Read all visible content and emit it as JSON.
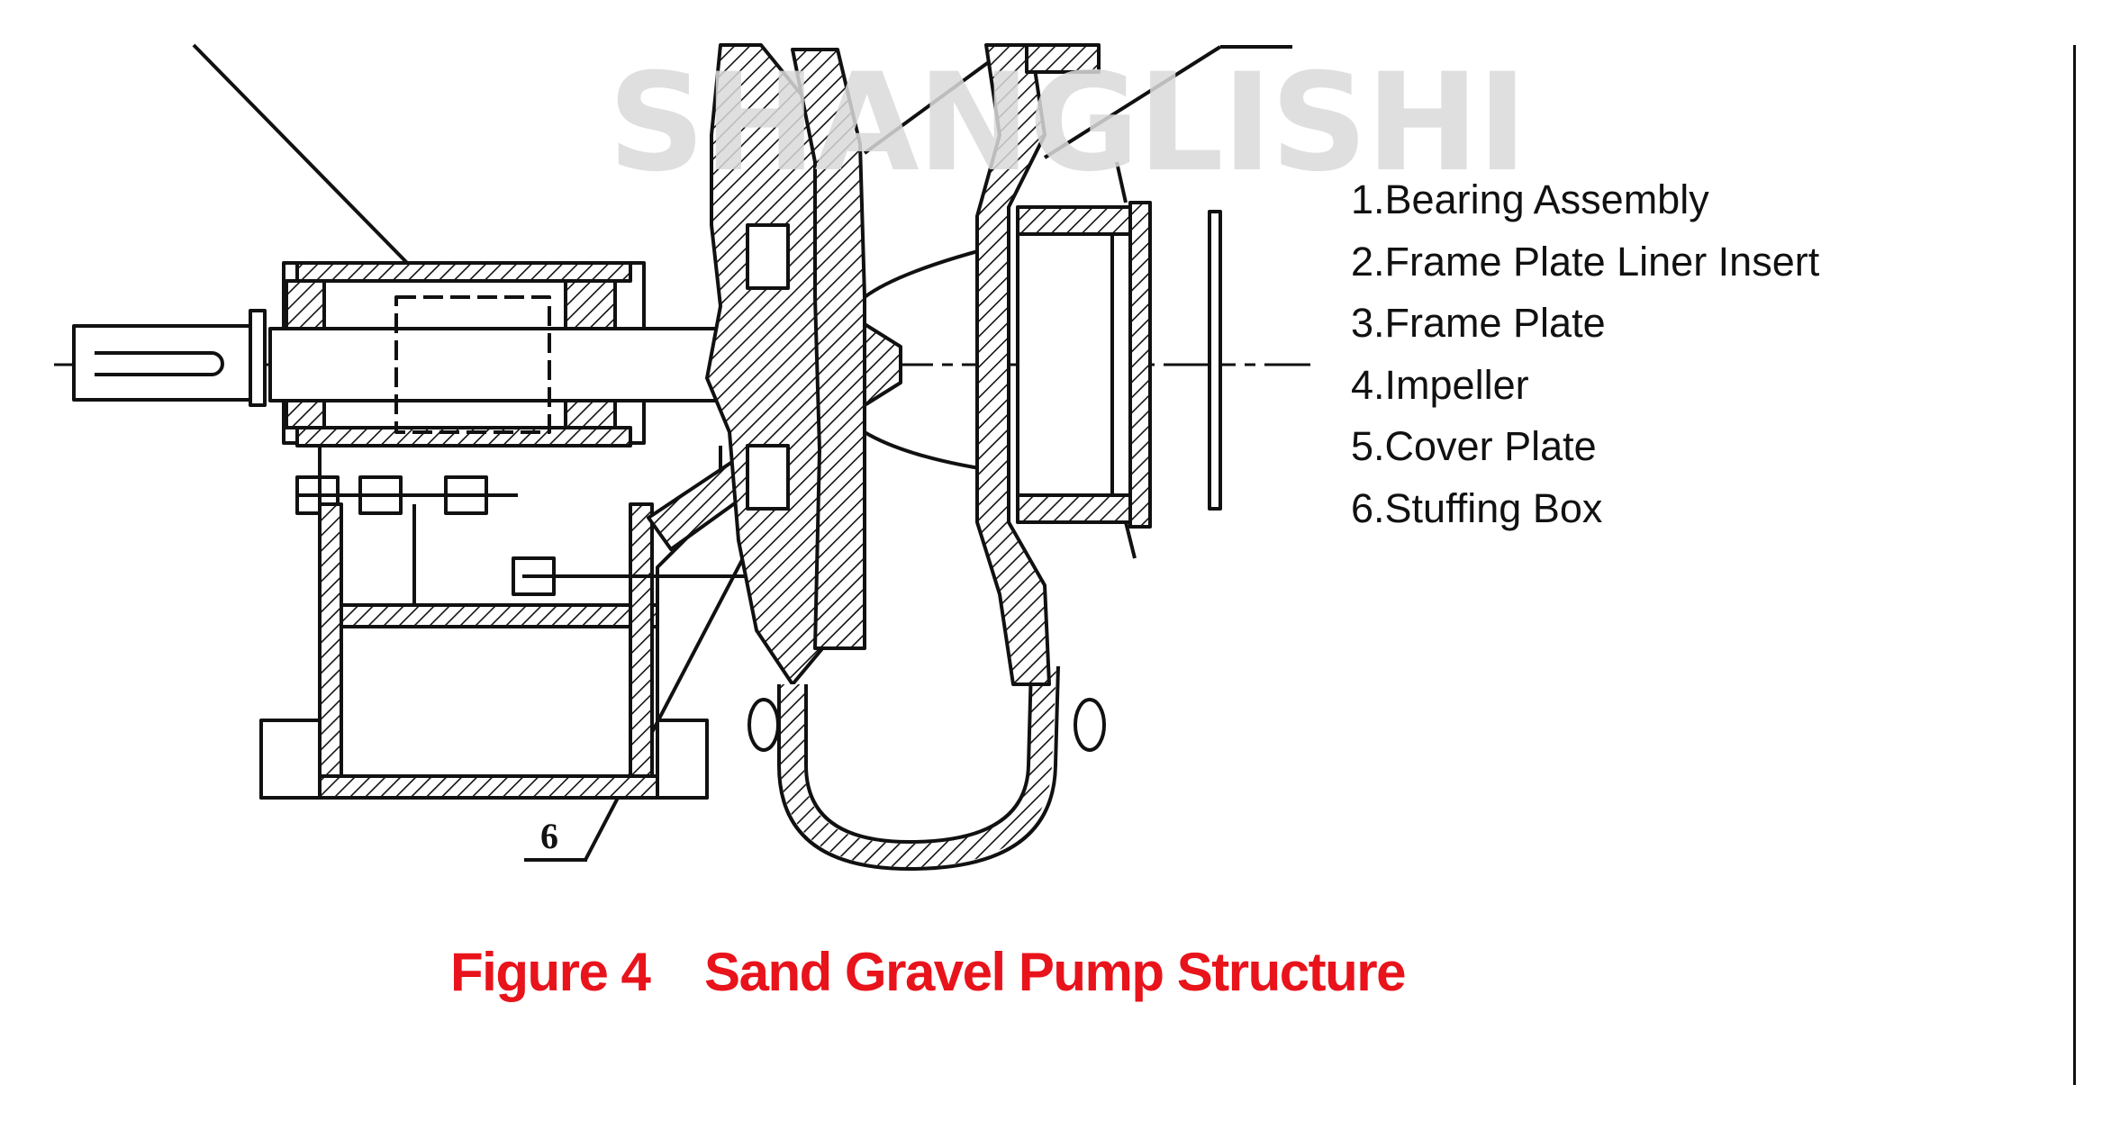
{
  "watermark": "SHANGLISHI",
  "legend": {
    "items": [
      "1.Bearing Assembly",
      "2.Frame Plate Liner Insert",
      "3.Frame Plate",
      "4.Impeller",
      "5.Cover Plate",
      "6.Stuffing Box"
    ]
  },
  "callout": {
    "label": "6"
  },
  "caption": {
    "text": "Figure 4    Sand Gravel Pump Structure",
    "color": "#e8131b"
  },
  "colors": {
    "line": "#111111",
    "watermark": "#dadada"
  }
}
